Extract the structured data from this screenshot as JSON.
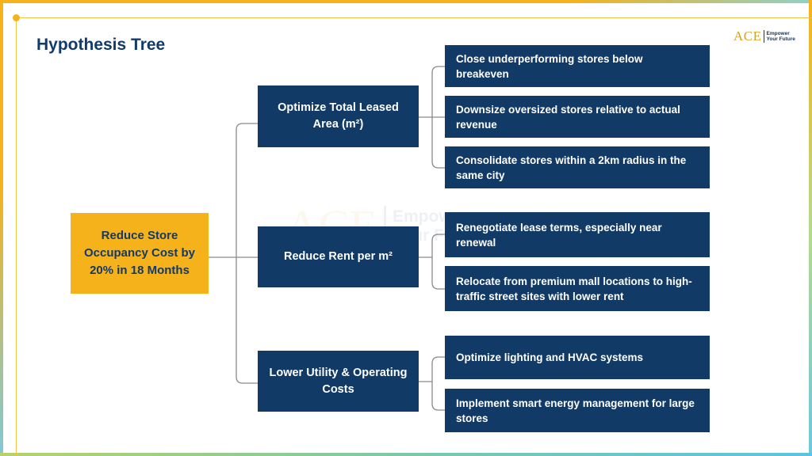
{
  "title": "Hypothesis Tree",
  "logo": {
    "mark": "ACE",
    "tagline": "Empower\nYour Future"
  },
  "colors": {
    "navy": "#113a66",
    "accent_yellow": "#f6b21a",
    "connector": "#8a8a8a"
  },
  "tree": {
    "root": "Reduce Store Occupancy Cost by 20% in 18 Months",
    "branches": [
      {
        "label": "Optimize Total Leased Area (m²)",
        "leaves": [
          "Close underperforming stores below breakeven",
          "Downsize oversized stores relative to actual revenue",
          "Consolidate stores within a 2km radius in the same city"
        ]
      },
      {
        "label": "Reduce Rent per m²",
        "leaves": [
          "Renegotiate lease terms, especially near renewal",
          "Relocate from premium mall locations to high-traffic street sites with lower rent"
        ]
      },
      {
        "label": "Lower Utility & Operating Costs",
        "leaves": [
          "Optimize lighting and HVAC systems",
          "Implement smart energy management for large stores"
        ]
      }
    ]
  }
}
